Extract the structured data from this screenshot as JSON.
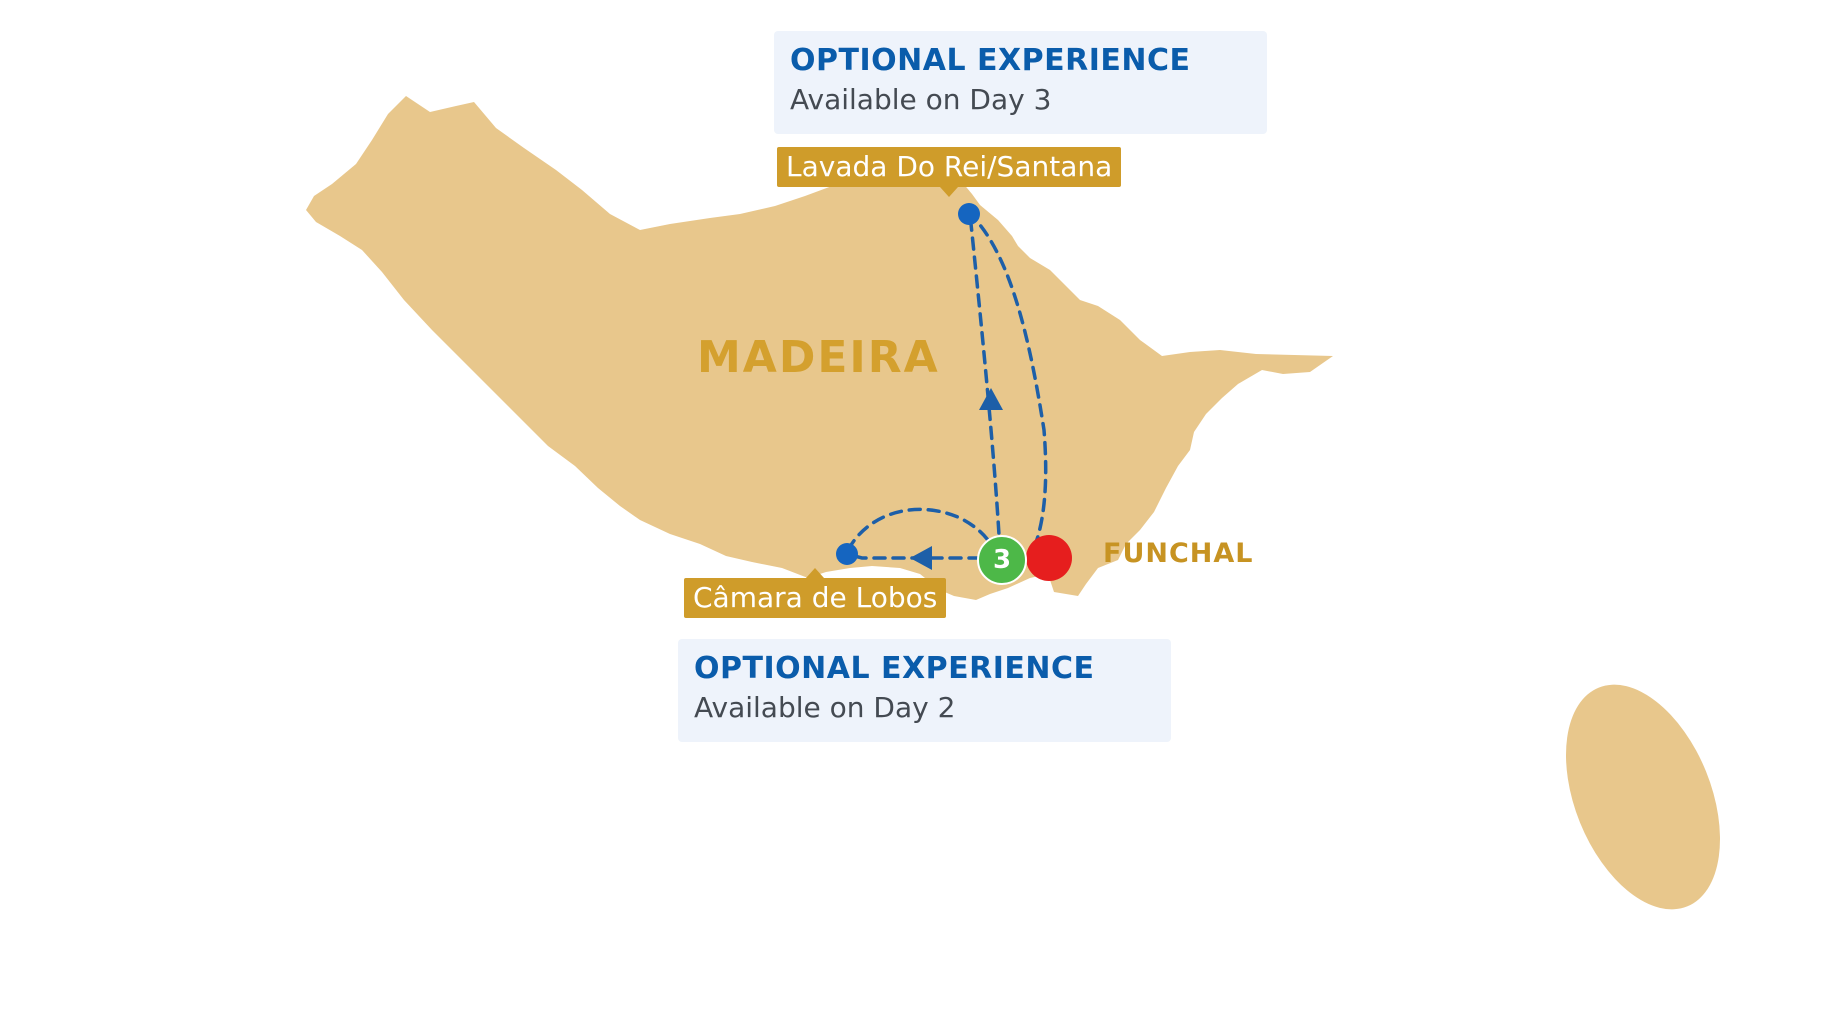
{
  "map": {
    "region_label": "MADEIRA",
    "city_label": "FUNCHAL",
    "day_marker": "3",
    "stops": [
      {
        "name": "Lavada Do Rei/Santana"
      },
      {
        "name": "Câmara de Lobos"
      }
    ],
    "callouts": [
      {
        "heading": "OPTIONAL EXPERIENCE",
        "subtitle": "Available on Day 3"
      },
      {
        "heading": "OPTIONAL EXPERIENCE",
        "subtitle": "Available on Day 2"
      }
    ]
  },
  "colors": {
    "land": "#e8c78c",
    "route": "#1d5fa8",
    "stop_dot": "#1565c0",
    "tag_bg": "#cf9c2a",
    "heading": "#0a5cab",
    "callout_bg": "#eef3fb",
    "day_badge": "#4db848",
    "start_dot": "#e61e1e"
  }
}
